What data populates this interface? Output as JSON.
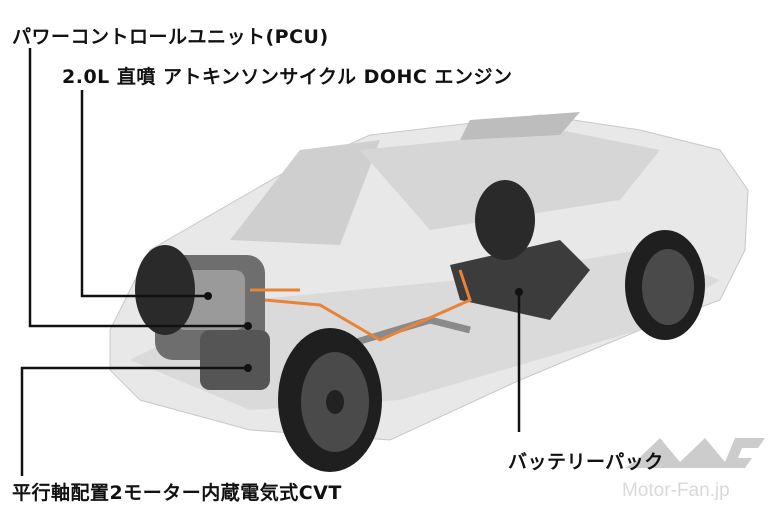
{
  "labels": {
    "pcu": "パワーコントロールユニット(PCU)",
    "engine": "2.0L 直噴 アトキンソンサイクル DOHC エンジン",
    "cvt": "平行軸配置2モーター内蔵電気式CVT",
    "battery": "バッテリーパック"
  },
  "watermark": {
    "text": "Motor-Fan.jp"
  },
  "colors": {
    "hv_cable": "#e8833a",
    "body": "#e6e6e6",
    "leader": "#111111"
  }
}
